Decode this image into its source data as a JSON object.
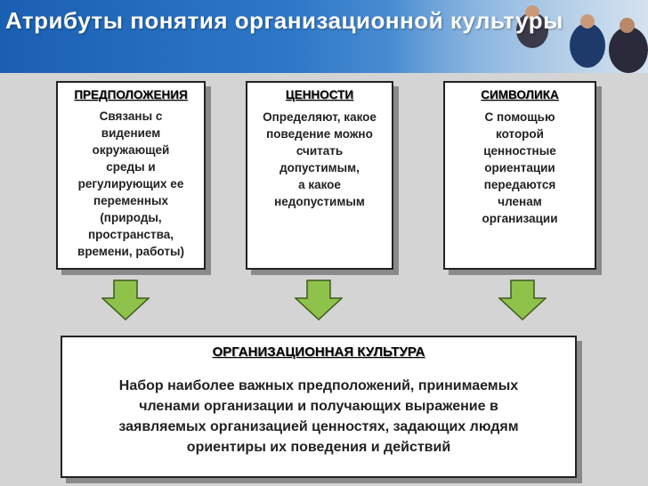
{
  "title": "Атрибуты понятия организационной культуры",
  "columns": [
    {
      "heading": "ПРЕДПОЛОЖЕНИЯ",
      "text": "Связаны с\nвидением\nокружающей\nсреды и\nрегулирующих ее\nпеременных\n(природы,\nпространства,\nвремени, работы)"
    },
    {
      "heading": "ЦЕННОСТИ",
      "text": "Определяют, какое\nповедение можно\nсчитать\nдопустимым,\nа какое\nнедопустимым"
    },
    {
      "heading": "СИМВОЛИКА",
      "text": "С помощью\nкоторой\nценностные\nориентации\nпередаются\nчленам\nорганизации"
    }
  ],
  "summary": {
    "heading": "ОРГАНИЗАЦИОННАЯ  КУЛЬТУРА",
    "text": "Набор наиболее важных предположений, принимаемых\nчленами организации и получающих выражение в\nзаявляемых организацией ценностях, задающих людям\nориентиры их поведения и действий"
  },
  "colors": {
    "header_blue": "#1b5fb2",
    "arrow_green": "#8fc24a",
    "box_border": "#222222",
    "background": "#d4d4d4"
  }
}
